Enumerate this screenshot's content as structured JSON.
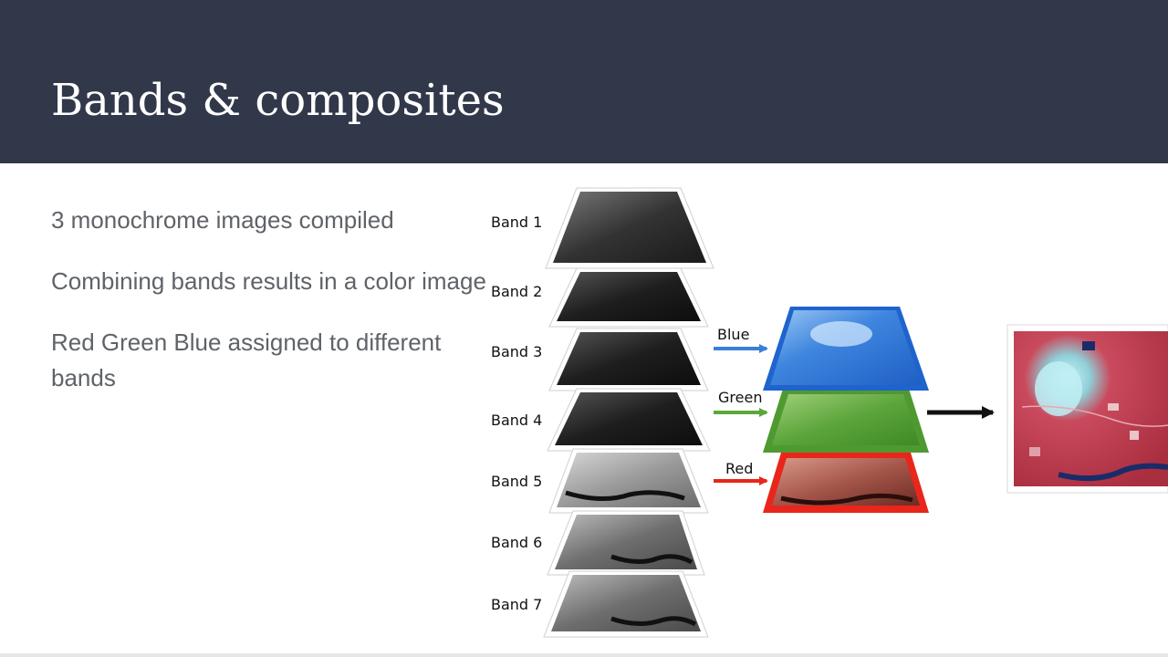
{
  "header": {
    "title": "Bands & composites"
  },
  "bullets": [
    "3 monochrome images compiled",
    "Combining bands results in a color image",
    "Red Green Blue assigned to different bands"
  ],
  "figure": {
    "bands": [
      "Band 1",
      "Band 2",
      "Band 3",
      "Band 4",
      "Band 5",
      "Band 6",
      "Band 7"
    ],
    "channels": [
      "Blue",
      "Green",
      "Red"
    ],
    "colors": {
      "header_bg": "#313849",
      "blue": "#3a7fd8",
      "green": "#5aa83a",
      "red": "#e8261c",
      "composite": "#c0374a"
    }
  }
}
